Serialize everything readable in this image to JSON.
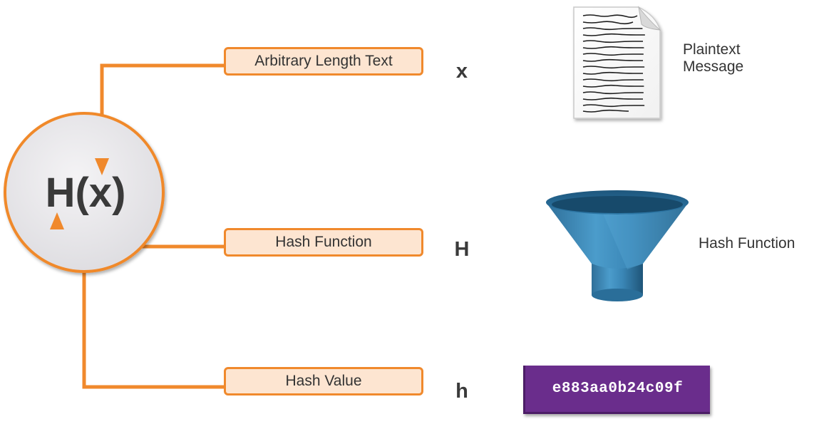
{
  "function_symbol": "H(x)",
  "rows": [
    {
      "label": "Arbitrary Length Text",
      "symbol": "x",
      "caption": "Plaintext\nMessage"
    },
    {
      "label": "Hash Function",
      "symbol": "H",
      "caption": "Hash Function"
    },
    {
      "label": "Hash Value",
      "symbol": "h",
      "hash_value": "e883aa0b24c09f"
    }
  ],
  "colors": {
    "accent": "#f0892c",
    "label_fill": "#fde5d1",
    "circle_fill": "#e9e8ea",
    "funnel": "#3b86b4",
    "hash_box": "#6a2d8c"
  },
  "icons": {
    "document": "document-icon",
    "funnel": "funnel-icon"
  }
}
